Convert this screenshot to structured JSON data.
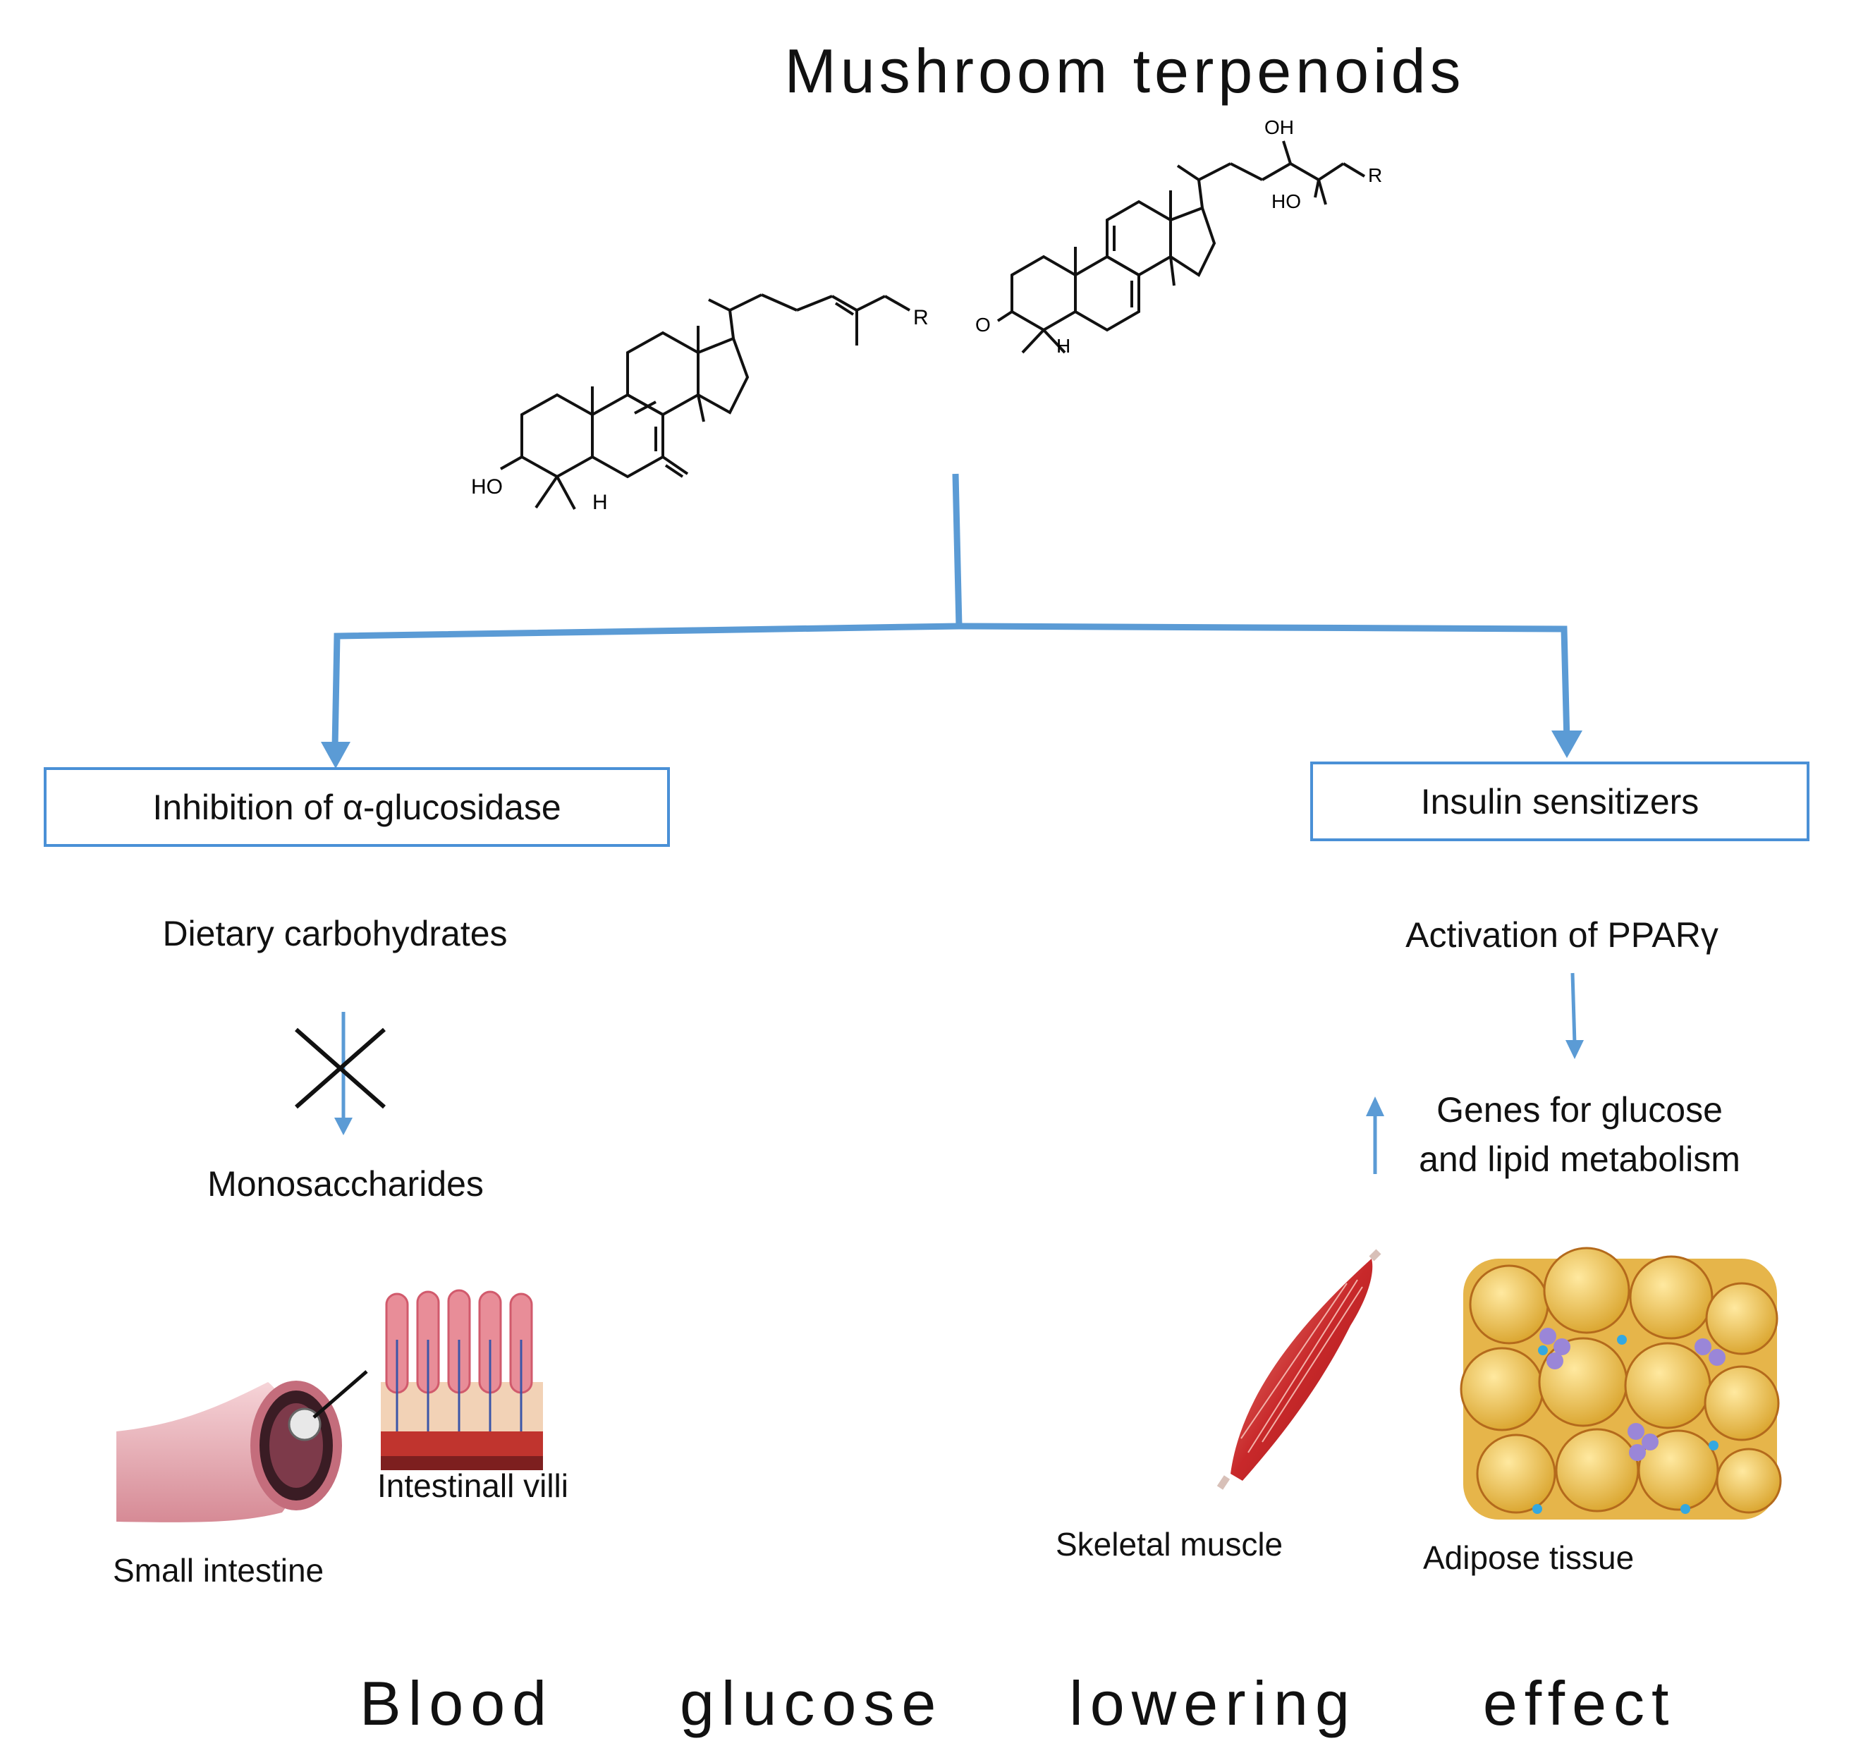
{
  "title": "Mushroom terpenoids",
  "left_branch": {
    "box_label": "Inhibition of α-glucosidase",
    "step1": "Dietary carbohydrates",
    "step2": "Monosaccharides",
    "image_labels": {
      "villi": "Intestinall villi",
      "intestine": "Small intestine"
    }
  },
  "right_branch": {
    "box_label": "Insulin sensitizers",
    "step1": "Activation of PPARγ",
    "step2_line1": "Genes for glucose",
    "step2_line2": "and lipid metabolism",
    "image_labels": {
      "muscle": "Skeletal muscle",
      "adipose": "Adipose tissue"
    }
  },
  "structure_labels": {
    "left": {
      "r": "R",
      "ho": "HO",
      "h": "H"
    },
    "right": {
      "oh": "OH",
      "ho": "HO",
      "r": "R",
      "o": "O",
      "h": "H"
    }
  },
  "footer_words": [
    "Blood",
    "glucose",
    "lowering",
    "effect"
  ],
  "colors": {
    "arrow": "#5b9bd5",
    "box_border": "#4a90d6"
  }
}
